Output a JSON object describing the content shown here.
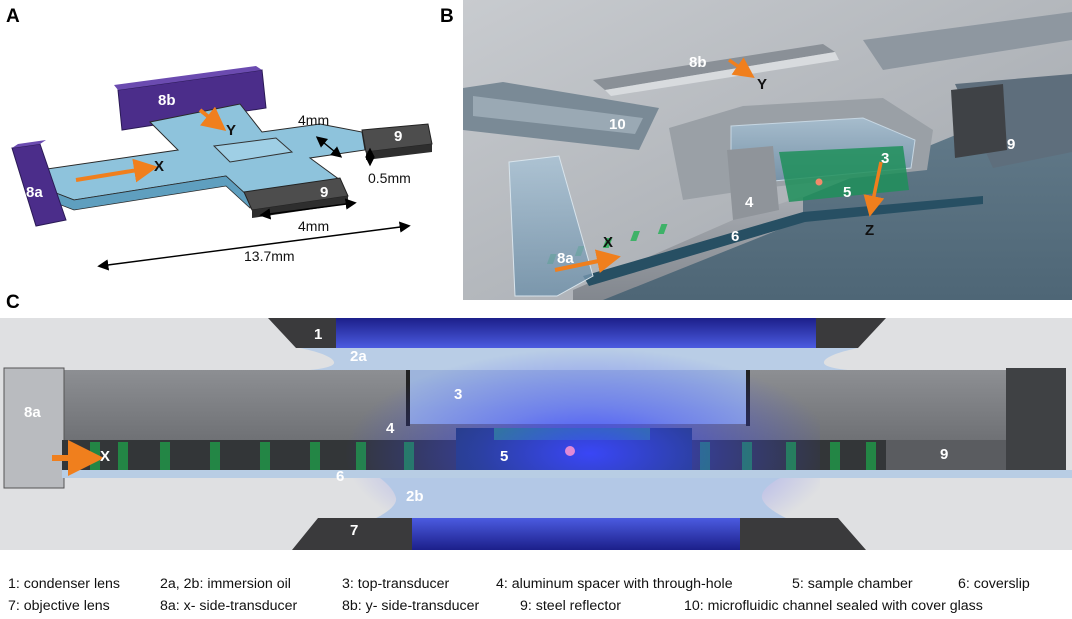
{
  "panels": {
    "a": {
      "letter": "A"
    },
    "b": {
      "letter": "B"
    },
    "c": {
      "letter": "C"
    }
  },
  "panel_a_labels": {
    "l8b": "8b",
    "l8a": "8a",
    "l9top": "9",
    "l9bottom": "9",
    "x": "X",
    "y": "Y",
    "d4mm_top": "4mm",
    "d05mm": "0.5mm",
    "d4mm_bottom": "4mm",
    "d137mm": "13.7mm"
  },
  "panel_b_labels": {
    "l8b": "8b",
    "y": "Y",
    "l10": "10",
    "l9": "9",
    "l3": "3",
    "l5": "5",
    "l4": "4",
    "l6": "6",
    "z": "Z",
    "x": "X",
    "l8a": "8a"
  },
  "panel_c_labels": {
    "l1": "1",
    "l2a": "2a",
    "l3": "3",
    "l8a": "8a",
    "l4": "4",
    "x": "X",
    "l5": "5",
    "l9": "9",
    "l6": "6",
    "l2b": "2b",
    "l7": "7"
  },
  "legend": {
    "row1": [
      "1: condenser lens",
      "2a, 2b: immersion oil",
      "3: top-transducer",
      "4: aluminum spacer with through-hole",
      "5: sample chamber",
      "6: coverslip"
    ],
    "row2": [
      "7: objective lens",
      "8a: x- side-transducer",
      "8b: y- side-transducer",
      "9: steel reflector",
      "10: microfluidic channel sealed with cover glass"
    ]
  },
  "colors": {
    "chip_blue": "#8ec3dc",
    "transducer_purple": "#4b2d8a",
    "reflector_gray": "#555555",
    "arrow_orange": "#f07f1d",
    "aluminum": "#b9bcc1",
    "glow_blue": "#2f3dff",
    "node_green": "#1ea14a"
  }
}
